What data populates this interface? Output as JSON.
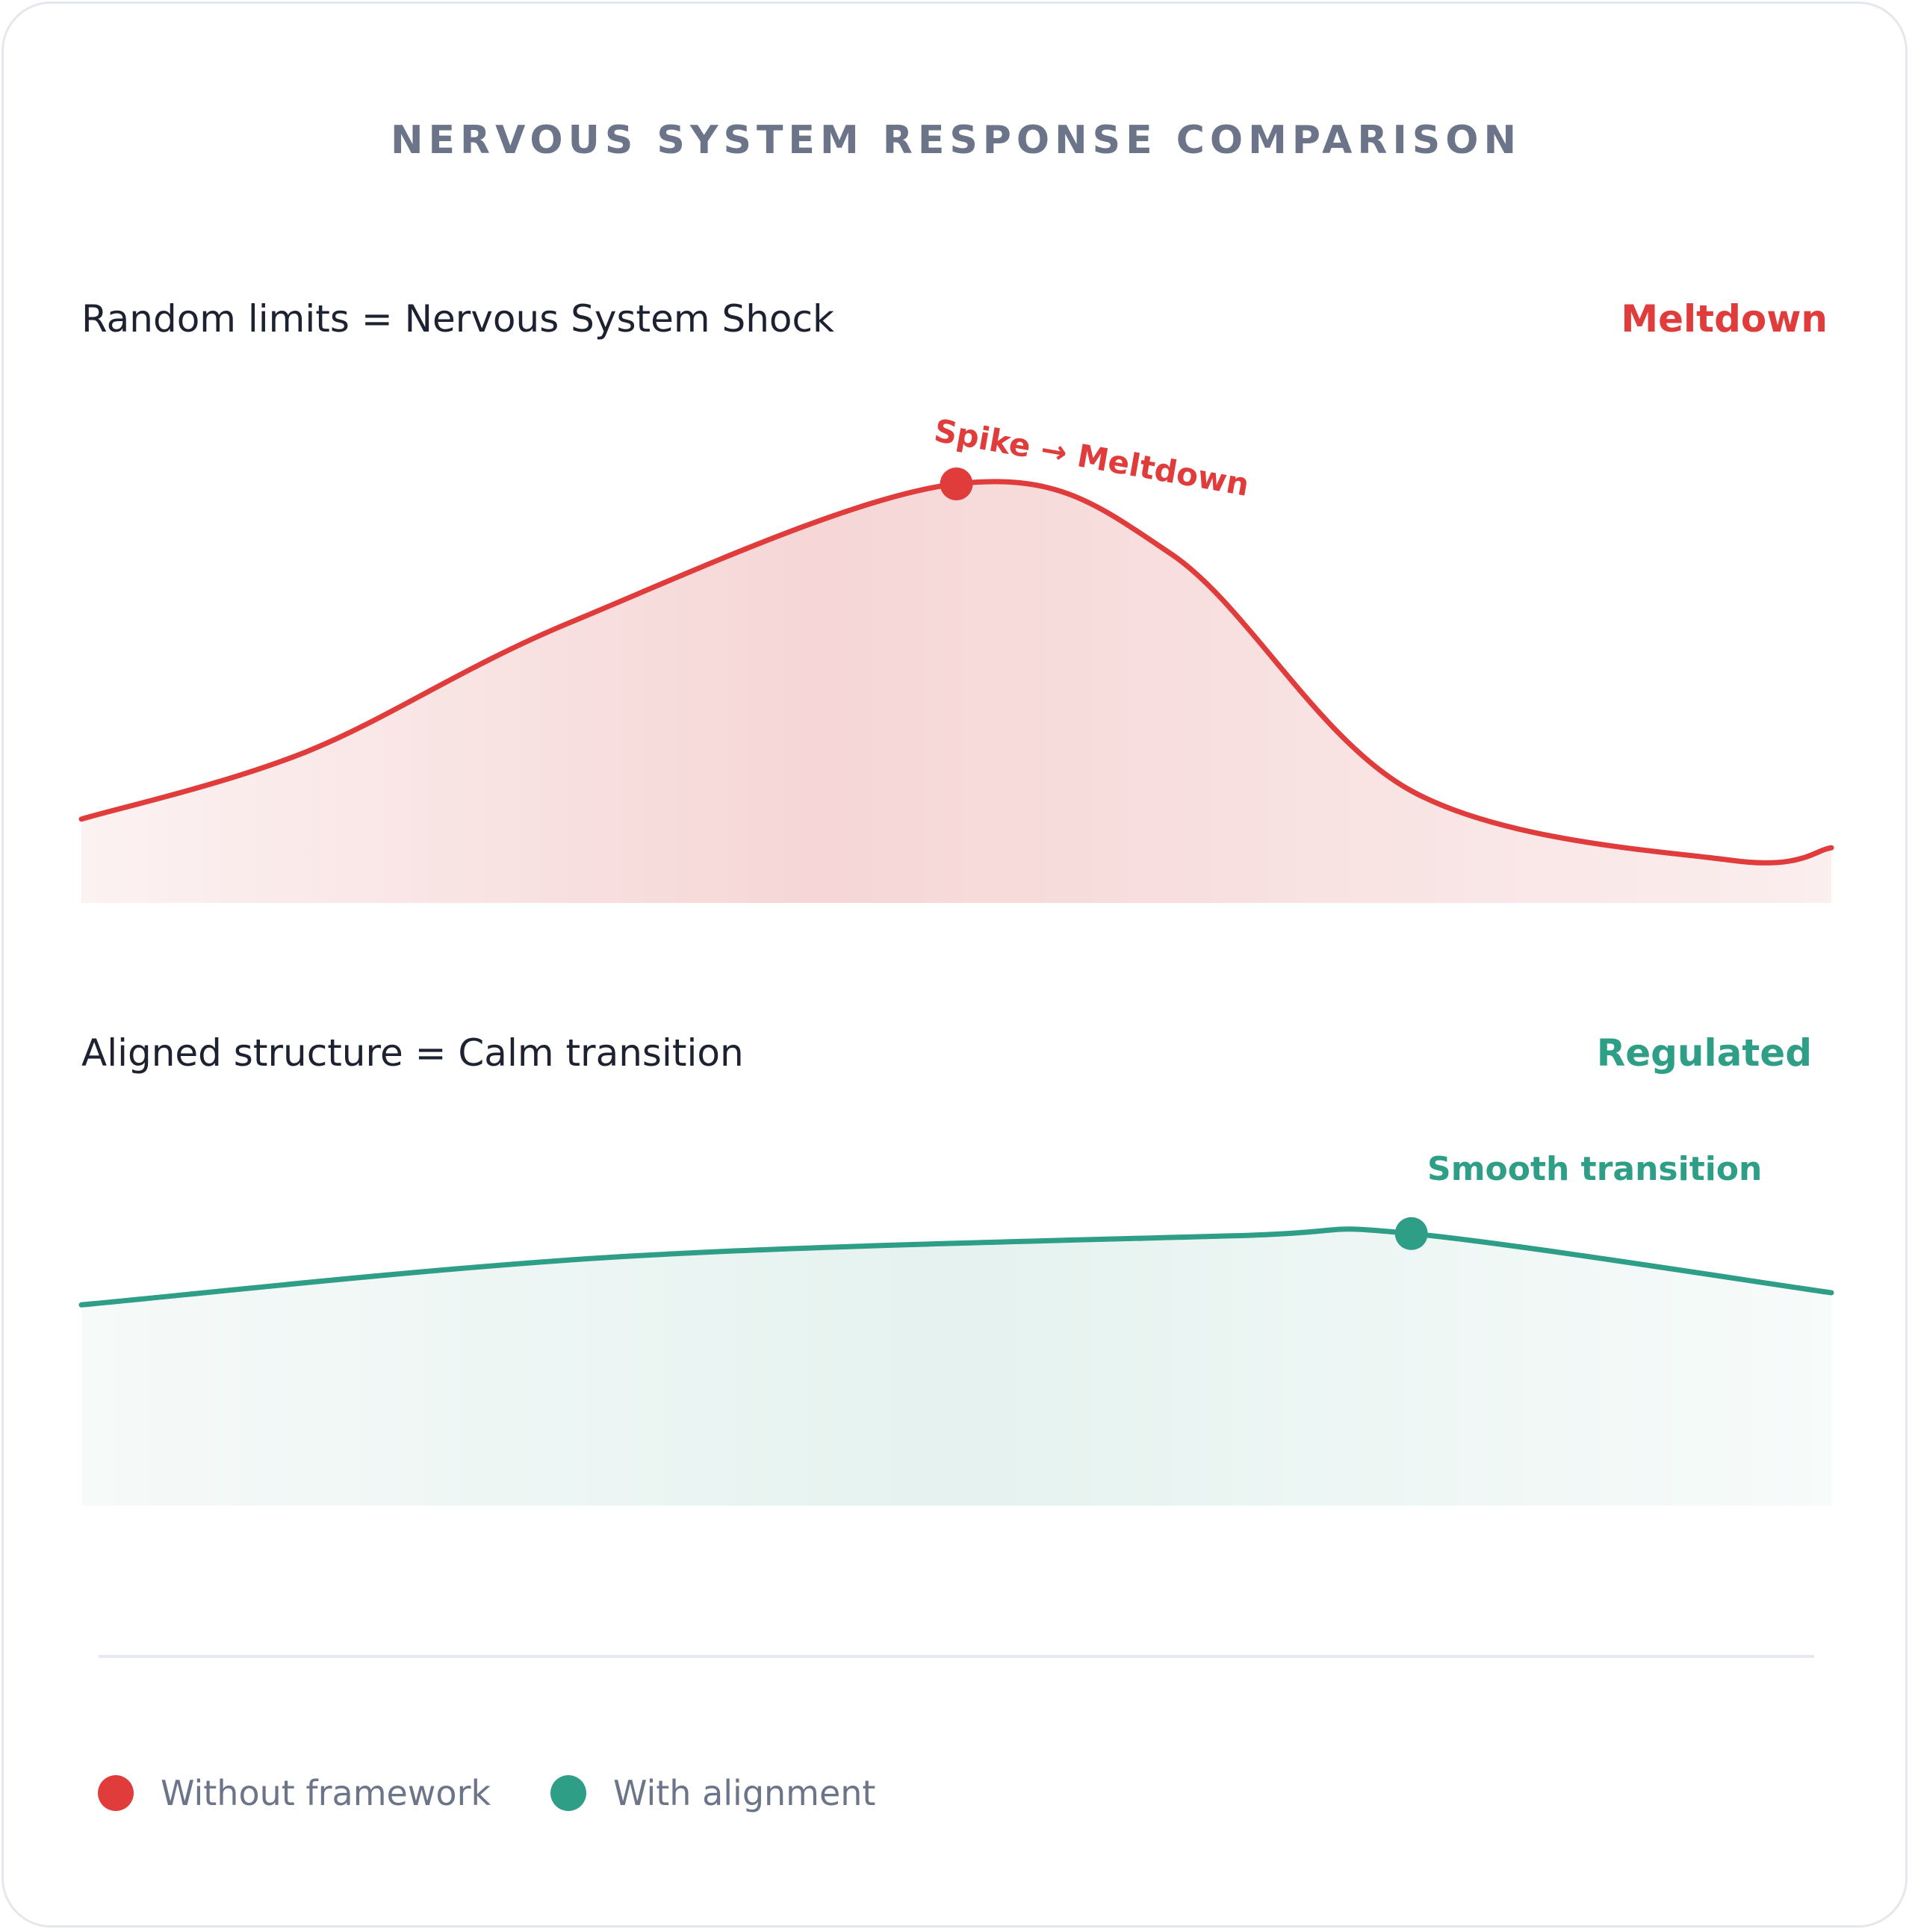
{
  "chart_data": [
    {
      "type": "area",
      "title": "NERVOUS SYSTEM RESPONSE COMPARISON",
      "panel_label": "Random limits = Nervous System Shock",
      "status": "Meltdown",
      "series_name": "Without framework",
      "color": "#e03c3c",
      "x": [
        0,
        12.9,
        28,
        50,
        62.3,
        76,
        94.3,
        100
      ],
      "y": [
        18.7,
        33.8,
        62.7,
        93.5,
        77.8,
        25,
        9.5,
        12.3
      ],
      "ylim": [
        0,
        100
      ],
      "annotation": {
        "text": "Spike → Meltdown",
        "x": 50,
        "y": 93.5
      }
    },
    {
      "type": "area",
      "panel_label": "Aligned structure = Calm transition",
      "status": "Regulated",
      "series_name": "With alignment",
      "color": "#2e9e86",
      "x": [
        0,
        30.6,
        65.8,
        76,
        100
      ],
      "y": [
        44.8,
        55.5,
        60.2,
        60.7,
        47.5
      ],
      "ylim": [
        0,
        100
      ],
      "annotation": {
        "text": "Smooth transition",
        "x": 76,
        "y": 60.7
      }
    }
  ],
  "legend": [
    {
      "label": "Without framework",
      "color": "#e03c3c"
    },
    {
      "label": "With alignment",
      "color": "#2e9e86"
    }
  ]
}
